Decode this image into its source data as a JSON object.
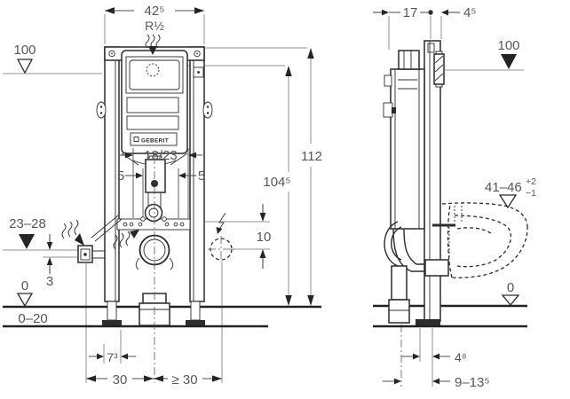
{
  "drawing": {
    "brand": "GEBERIT",
    "front": {
      "width": "42⁵",
      "supply_thread": "R½",
      "level": "100",
      "bolt_spacing": "18/23",
      "offset_left": "5",
      "offset_right": "5",
      "height_total": "112",
      "height_actuation": "104⁵",
      "elec_offset": "10",
      "supply_height": "23–28",
      "supply_drop": "3",
      "floor": "0",
      "floor_range": "0–20",
      "foot_offset": "7³",
      "dist_supply": "30",
      "dist_conduit": "≥ 30"
    },
    "side": {
      "depth": "17",
      "wall_offset": "4⁵",
      "level": "100",
      "bowl_height": "41–46",
      "bowl_tol_plus": "+2",
      "bowl_tol_minus": "−1",
      "floor": "0",
      "drain_offset": "4⁸",
      "drain_range": "9–13⁵"
    }
  }
}
